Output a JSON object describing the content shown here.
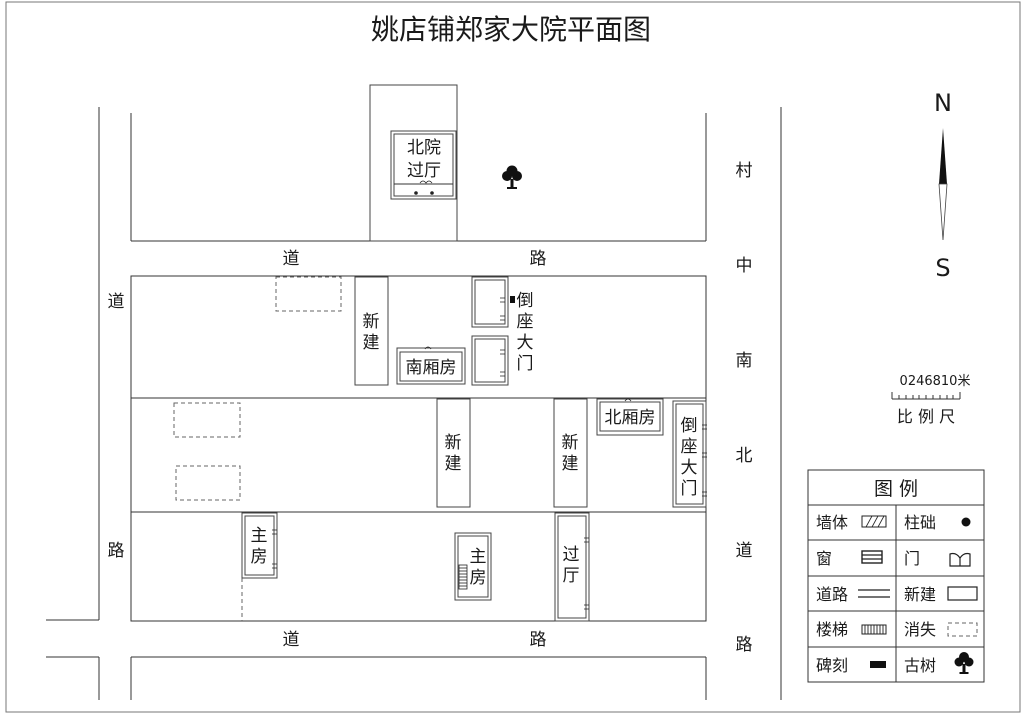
{
  "title": "姚店铺郑家大院平面图",
  "compass": {
    "north": "N",
    "south": "S"
  },
  "scale": {
    "ticks": "0246810米",
    "caption": "比 例 尺"
  },
  "roads": {
    "left_chars": [
      "道",
      "路"
    ],
    "top_chars": [
      "道",
      "路"
    ],
    "bottom_chars": [
      "道",
      "路"
    ],
    "right_chars": [
      "村",
      "中",
      "南",
      "北",
      "道",
      "路"
    ]
  },
  "buildings": {
    "north_hall": [
      "北院",
      "过厅"
    ],
    "new1": [
      "新",
      "建"
    ],
    "new2": [
      "新",
      "建"
    ],
    "new3": [
      "新",
      "建"
    ],
    "gate1": [
      "倒",
      "座",
      "大",
      "门"
    ],
    "gate2": [
      "倒",
      "座",
      "大",
      "门"
    ],
    "south_wing": "南厢房",
    "north_wing": "北厢房",
    "main1": [
      "主",
      "房"
    ],
    "main2": [
      "主",
      "房"
    ],
    "hall": [
      "过",
      "厅"
    ]
  },
  "legend": {
    "title": "图  例",
    "items": {
      "wall": "墙体",
      "pillar": "柱础",
      "window": "窗",
      "door": "门",
      "road": "道路",
      "new": "新建",
      "stairs": "楼梯",
      "vanished": "消失",
      "stele": "碑刻",
      "tree": "古树"
    }
  }
}
